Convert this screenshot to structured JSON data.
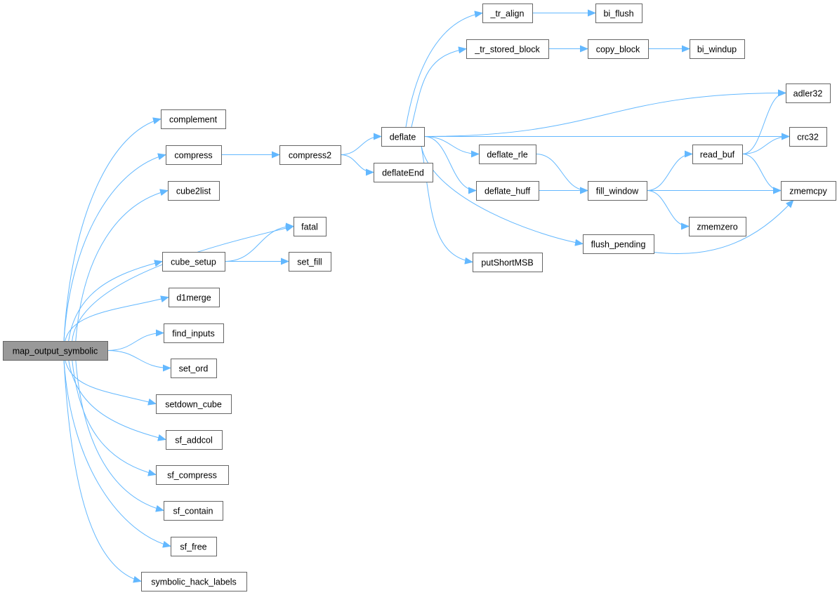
{
  "graph": {
    "root": "map_output_symbolic",
    "edge_color": "#63b8ff",
    "nodes": [
      {
        "id": "map_output_symbolic",
        "label": "map_output_symbolic"
      },
      {
        "id": "complement",
        "label": "complement"
      },
      {
        "id": "compress",
        "label": "compress"
      },
      {
        "id": "cube2list",
        "label": "cube2list"
      },
      {
        "id": "fatal",
        "label": "fatal"
      },
      {
        "id": "cube_setup",
        "label": "cube_setup"
      },
      {
        "id": "set_fill",
        "label": "set_fill"
      },
      {
        "id": "d1merge",
        "label": "d1merge"
      },
      {
        "id": "find_inputs",
        "label": "find_inputs"
      },
      {
        "id": "set_ord",
        "label": "set_ord"
      },
      {
        "id": "setdown_cube",
        "label": "setdown_cube"
      },
      {
        "id": "sf_addcol",
        "label": "sf_addcol"
      },
      {
        "id": "sf_compress",
        "label": "sf_compress"
      },
      {
        "id": "sf_contain",
        "label": "sf_contain"
      },
      {
        "id": "sf_free",
        "label": "sf_free"
      },
      {
        "id": "symbolic_hack_labels",
        "label": "symbolic_hack_labels"
      },
      {
        "id": "compress2",
        "label": "compress2"
      },
      {
        "id": "deflate",
        "label": "deflate"
      },
      {
        "id": "deflateEnd",
        "label": "deflateEnd"
      },
      {
        "id": "_tr_align",
        "label": "_tr_align"
      },
      {
        "id": "_tr_stored_block",
        "label": "_tr_stored_block"
      },
      {
        "id": "bi_flush",
        "label": "bi_flush"
      },
      {
        "id": "copy_block",
        "label": "copy_block"
      },
      {
        "id": "bi_windup",
        "label": "bi_windup"
      },
      {
        "id": "adler32",
        "label": "adler32"
      },
      {
        "id": "crc32",
        "label": "crc32"
      },
      {
        "id": "deflate_rle",
        "label": "deflate_rle"
      },
      {
        "id": "deflate_huff",
        "label": "deflate_huff"
      },
      {
        "id": "fill_window",
        "label": "fill_window"
      },
      {
        "id": "read_buf",
        "label": "read_buf"
      },
      {
        "id": "zmemcpy",
        "label": "zmemcpy"
      },
      {
        "id": "zmemzero",
        "label": "zmemzero"
      },
      {
        "id": "flush_pending",
        "label": "flush_pending"
      },
      {
        "id": "putShortMSB",
        "label": "putShortMSB"
      }
    ],
    "edges": [
      [
        "map_output_symbolic",
        "complement"
      ],
      [
        "map_output_symbolic",
        "compress"
      ],
      [
        "map_output_symbolic",
        "cube2list"
      ],
      [
        "map_output_symbolic",
        "fatal"
      ],
      [
        "map_output_symbolic",
        "cube_setup"
      ],
      [
        "map_output_symbolic",
        "d1merge"
      ],
      [
        "map_output_symbolic",
        "find_inputs"
      ],
      [
        "map_output_symbolic",
        "set_ord"
      ],
      [
        "map_output_symbolic",
        "setdown_cube"
      ],
      [
        "map_output_symbolic",
        "sf_addcol"
      ],
      [
        "map_output_symbolic",
        "sf_compress"
      ],
      [
        "map_output_symbolic",
        "sf_contain"
      ],
      [
        "map_output_symbolic",
        "sf_free"
      ],
      [
        "map_output_symbolic",
        "symbolic_hack_labels"
      ],
      [
        "compress",
        "compress2"
      ],
      [
        "cube_setup",
        "fatal"
      ],
      [
        "cube_setup",
        "set_fill"
      ],
      [
        "compress2",
        "deflate"
      ],
      [
        "compress2",
        "deflateEnd"
      ],
      [
        "deflate",
        "_tr_align"
      ],
      [
        "deflate",
        "_tr_stored_block"
      ],
      [
        "deflate",
        "adler32"
      ],
      [
        "deflate",
        "crc32"
      ],
      [
        "deflate",
        "deflate_rle"
      ],
      [
        "deflate",
        "deflate_huff"
      ],
      [
        "deflate",
        "flush_pending"
      ],
      [
        "deflate",
        "putShortMSB"
      ],
      [
        "_tr_align",
        "bi_flush"
      ],
      [
        "_tr_stored_block",
        "copy_block"
      ],
      [
        "copy_block",
        "bi_windup"
      ],
      [
        "deflate_rle",
        "fill_window"
      ],
      [
        "deflate_huff",
        "fill_window"
      ],
      [
        "fill_window",
        "read_buf"
      ],
      [
        "fill_window",
        "zmemcpy"
      ],
      [
        "fill_window",
        "zmemzero"
      ],
      [
        "read_buf",
        "adler32"
      ],
      [
        "read_buf",
        "crc32"
      ],
      [
        "read_buf",
        "zmemcpy"
      ],
      [
        "flush_pending",
        "zmemcpy"
      ]
    ]
  }
}
